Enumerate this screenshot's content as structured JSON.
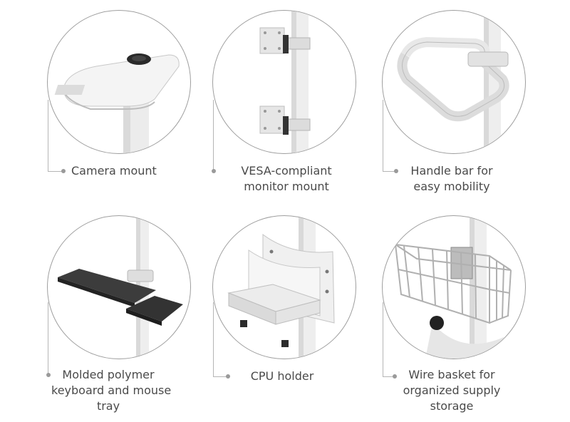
{
  "features": [
    {
      "id": "camera-mount",
      "icon": "camera-mount-illustration",
      "caption": [
        "Camera mount"
      ]
    },
    {
      "id": "vesa-monitor-mount",
      "icon": "vesa-mount-illustration",
      "caption": [
        "VESA-compliant",
        "monitor mount"
      ]
    },
    {
      "id": "handle-bar",
      "icon": "handle-bar-illustration",
      "caption": [
        "Handle bar for",
        "easy mobility"
      ]
    },
    {
      "id": "keyboard-tray",
      "icon": "keyboard-tray-illustration",
      "caption": [
        "Molded polymer",
        "keyboard and mouse",
        "tray"
      ]
    },
    {
      "id": "cpu-holder",
      "icon": "cpu-holder-illustration",
      "caption": [
        "CPU holder"
      ]
    },
    {
      "id": "wire-basket",
      "icon": "wire-basket-illustration",
      "caption": [
        "Wire basket for",
        "organized supply",
        "storage"
      ]
    }
  ],
  "colors": {
    "outline": "#9e9e9e",
    "leader": "#b5b5b5",
    "text": "#4a4a4a",
    "product_white": "#eeeeee",
    "tray_dark": "#3c3c3c"
  }
}
